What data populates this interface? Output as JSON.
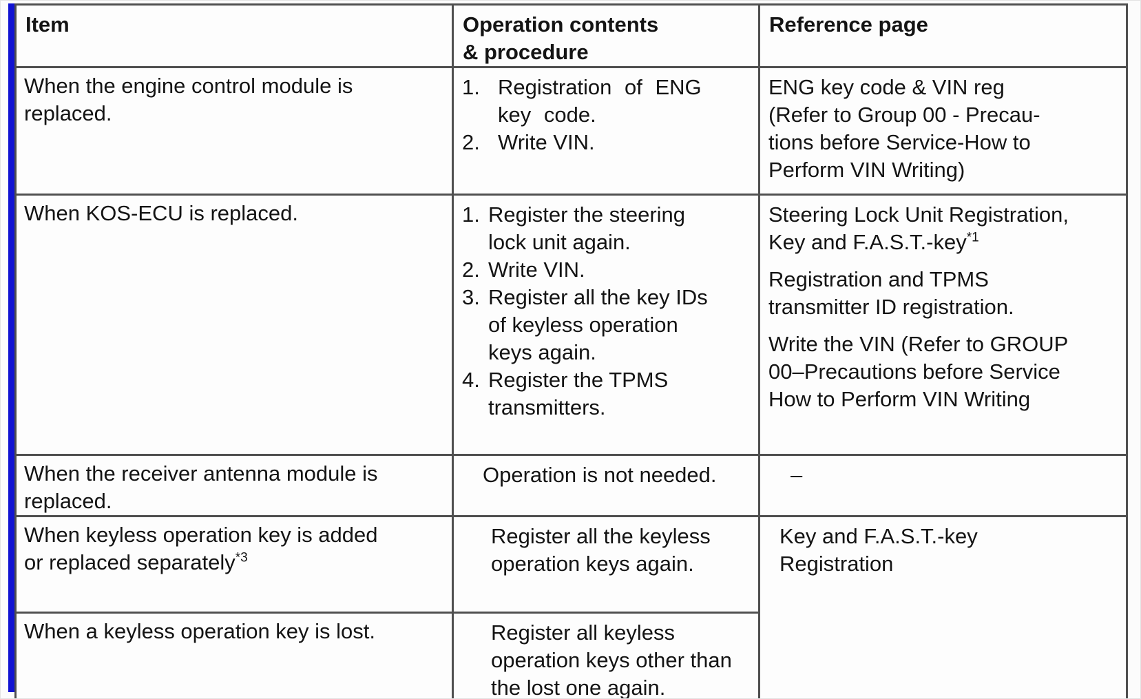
{
  "document": {
    "type": "service-manual-table",
    "accent_stripe_color": "#1113d2",
    "border_color": "#4f4f4f"
  },
  "table": {
    "headers": {
      "item": "Item",
      "operation": "Operation contents\n& procedure",
      "reference": "Reference page"
    },
    "rows": [
      {
        "id": "engine-control-module",
        "item": {
          "text": "When the engine control module is\nreplaced."
        },
        "operations": [
          {
            "num": "1.",
            "text": "Registration of ENG\nkey code."
          },
          {
            "num": "2.",
            "text": "Write VIN."
          }
        ],
        "reference": [
          {
            "text": "ENG key code & VIN reg\n(Refer to Group 00 - Precau-\ntions before Service-How to\nPerform VIN Writing)"
          }
        ]
      },
      {
        "id": "kos-ecu",
        "item": {
          "text": "When KOS-ECU is replaced."
        },
        "operations": [
          {
            "num": "1.",
            "text": "Register the steering\nlock unit again."
          },
          {
            "num": "2.",
            "text": "Write VIN."
          },
          {
            "num": "3.",
            "text": "Register all the key IDs\nof keyless operation\nkeys again."
          },
          {
            "num": "4.",
            "text": "Register the TPMS\ntransmitters."
          }
        ],
        "reference": [
          {
            "text": "Steering Lock Unit Registration,\nKey and F.A.S.T.-key",
            "sup": "*1"
          },
          {
            "text": "Registration and TPMS\ntransmitter ID registration."
          },
          {
            "text": "Write the VIN (Refer to GROUP\n00–Precautions before Service\nHow to Perform VIN Writing"
          }
        ]
      },
      {
        "id": "receiver-antenna-module",
        "item": {
          "text": "When the receiver antenna module is\nreplaced."
        },
        "operations": [
          {
            "text": "Operation is not needed."
          }
        ],
        "reference": [
          {
            "text": "–"
          }
        ]
      },
      {
        "id": "keyless-key-added",
        "item": {
          "text": "When keyless operation key is added\nor replaced separately",
          "sup": "*3"
        },
        "operations": [
          {
            "text": "Register all the keyless\noperation keys again."
          }
        ],
        "reference": [
          {
            "text": "Key and F.A.S.T.-key\nRegistration"
          }
        ],
        "reference_rowspan": 2
      },
      {
        "id": "keyless-key-lost",
        "item": {
          "text": "When a keyless operation key is lost."
        },
        "operations": [
          {
            "text": "Register all keyless\noperation keys other than\nthe lost one again."
          }
        ],
        "reference": null
      }
    ]
  }
}
